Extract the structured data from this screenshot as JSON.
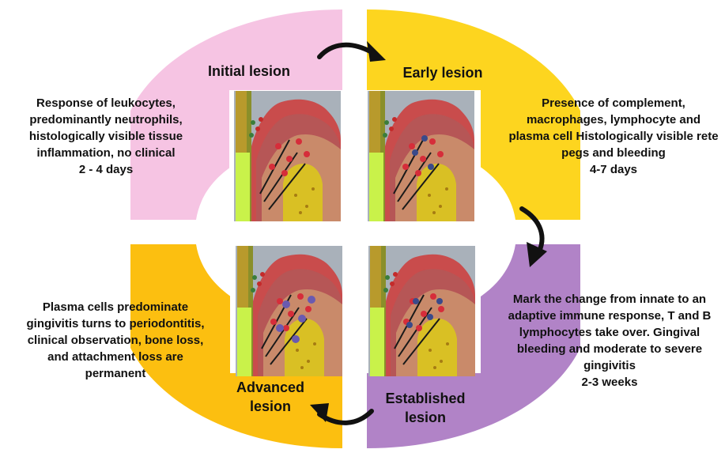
{
  "quadrants": [
    {
      "id": "initial",
      "title": "Initial lesion",
      "description": "Response of leukocytes, predominantly neutrophils, histologically visible tissue inflammation, no clinical",
      "duration": "2 - 4 days",
      "color": "#f6c4e3"
    },
    {
      "id": "early",
      "title": "Early lesion",
      "description": "Presence of complement, macrophages, lymphocyte and plasma cell Histologically visible rete pegs and bleeding",
      "duration": "4-7 days",
      "color": "#fdd51f"
    },
    {
      "id": "established",
      "title": "Established lesion",
      "description": "Mark the change from innate to an adaptive immune response, T and B lymphocytes take over. Gingival bleeding and moderate to severe gingivitis",
      "duration": "2-3 weeks",
      "color": "#b183c7"
    },
    {
      "id": "advanced",
      "title": "Advanced lesion",
      "description": "Plasma cells predominate gingivitis turns to periodontitis, clinical observation, bone loss, and attachment loss are permanent",
      "duration": "",
      "color": "#fcbf10"
    }
  ],
  "arrow_color": "#111111"
}
